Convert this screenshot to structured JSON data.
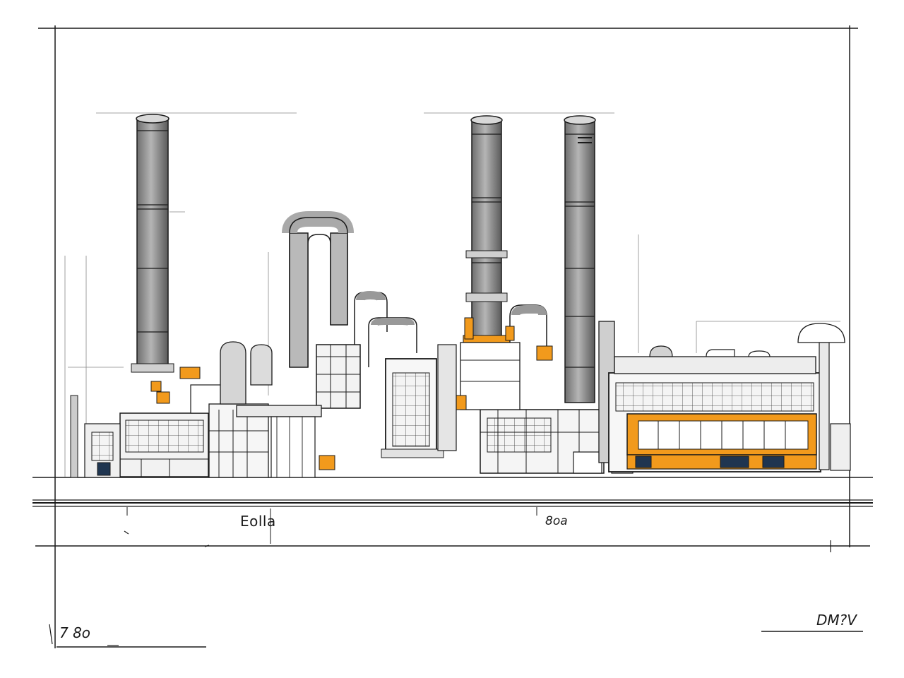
{
  "drawing": {
    "label_left": "Eolla",
    "label_mid": "8oa",
    "label_corner": "7 8o",
    "label_title": "DM?V"
  },
  "colors": {
    "ink": "#1a1a1a",
    "steel": "#8e8e8e",
    "accent": "#f29a1c",
    "navy": "#1f3550",
    "paper": "#ffffff"
  }
}
